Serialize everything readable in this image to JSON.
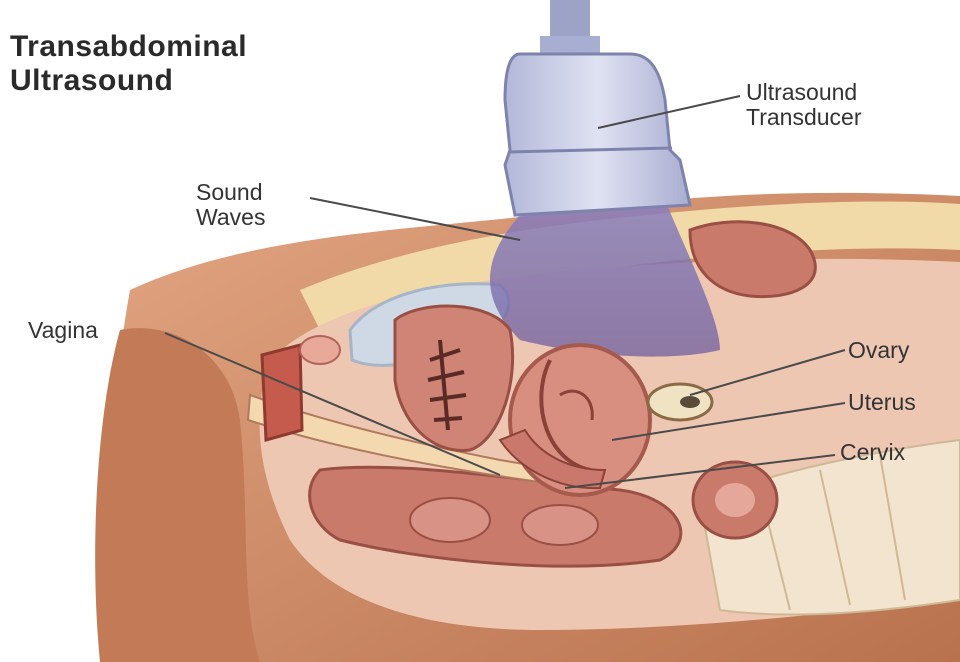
{
  "title": {
    "line1": "Transabdominal",
    "line2": "Ultrasound"
  },
  "labels": {
    "transducer": {
      "line1": "Ultrasound",
      "line2": "Transducer"
    },
    "sound_waves": {
      "line1": "Sound",
      "line2": "Waves"
    },
    "vagina": "Vagina",
    "ovary": "Ovary",
    "uterus": "Uterus",
    "cervix": "Cervix"
  },
  "colors": {
    "skin": "#d9926f",
    "skin_dark": "#b8724f",
    "tissue_pink": "#e7b1a0",
    "fat_yellow": "#f1d9a8",
    "transducer": "#c9cde6",
    "waves": "#8e86c1",
    "organ": "#c4736c",
    "leader_line": "#4a4a4a"
  }
}
